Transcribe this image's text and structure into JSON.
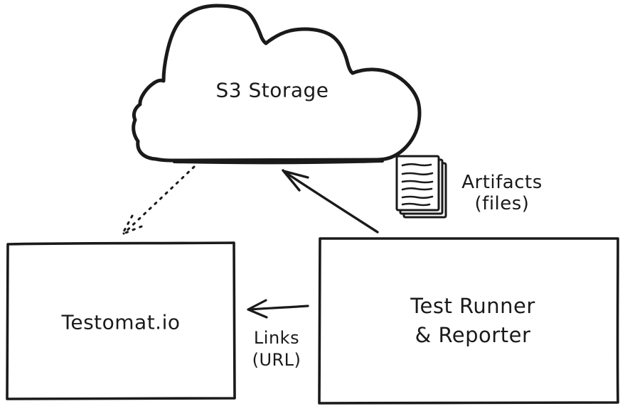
{
  "canvas": {
    "background": "#ffffff",
    "ink_color": "#1a1a1a",
    "style": "hand-drawn sketch diagram"
  },
  "nodes": {
    "s3": {
      "shape": "cloud",
      "label": "S3 Storage"
    },
    "testomat": {
      "shape": "rectangle",
      "label": "Testomat.io"
    },
    "runner": {
      "shape": "rectangle",
      "label_line1": "Test Runner",
      "label_line2": "& Reporter"
    }
  },
  "edges": {
    "runner_to_s3": {
      "style": "solid-arrow",
      "direction": "up-left to cloud",
      "label_line1": "Artifacts",
      "label_line2": "(files)",
      "icon": "documents-stack-icon"
    },
    "runner_to_testomat": {
      "style": "solid-arrow",
      "direction": "left",
      "label_line1": "Links",
      "label_line2": "(URL)"
    },
    "s3_to_testomat": {
      "style": "dotted-arrow",
      "direction": "down-left",
      "label_line1": "",
      "label_line2": ""
    }
  }
}
